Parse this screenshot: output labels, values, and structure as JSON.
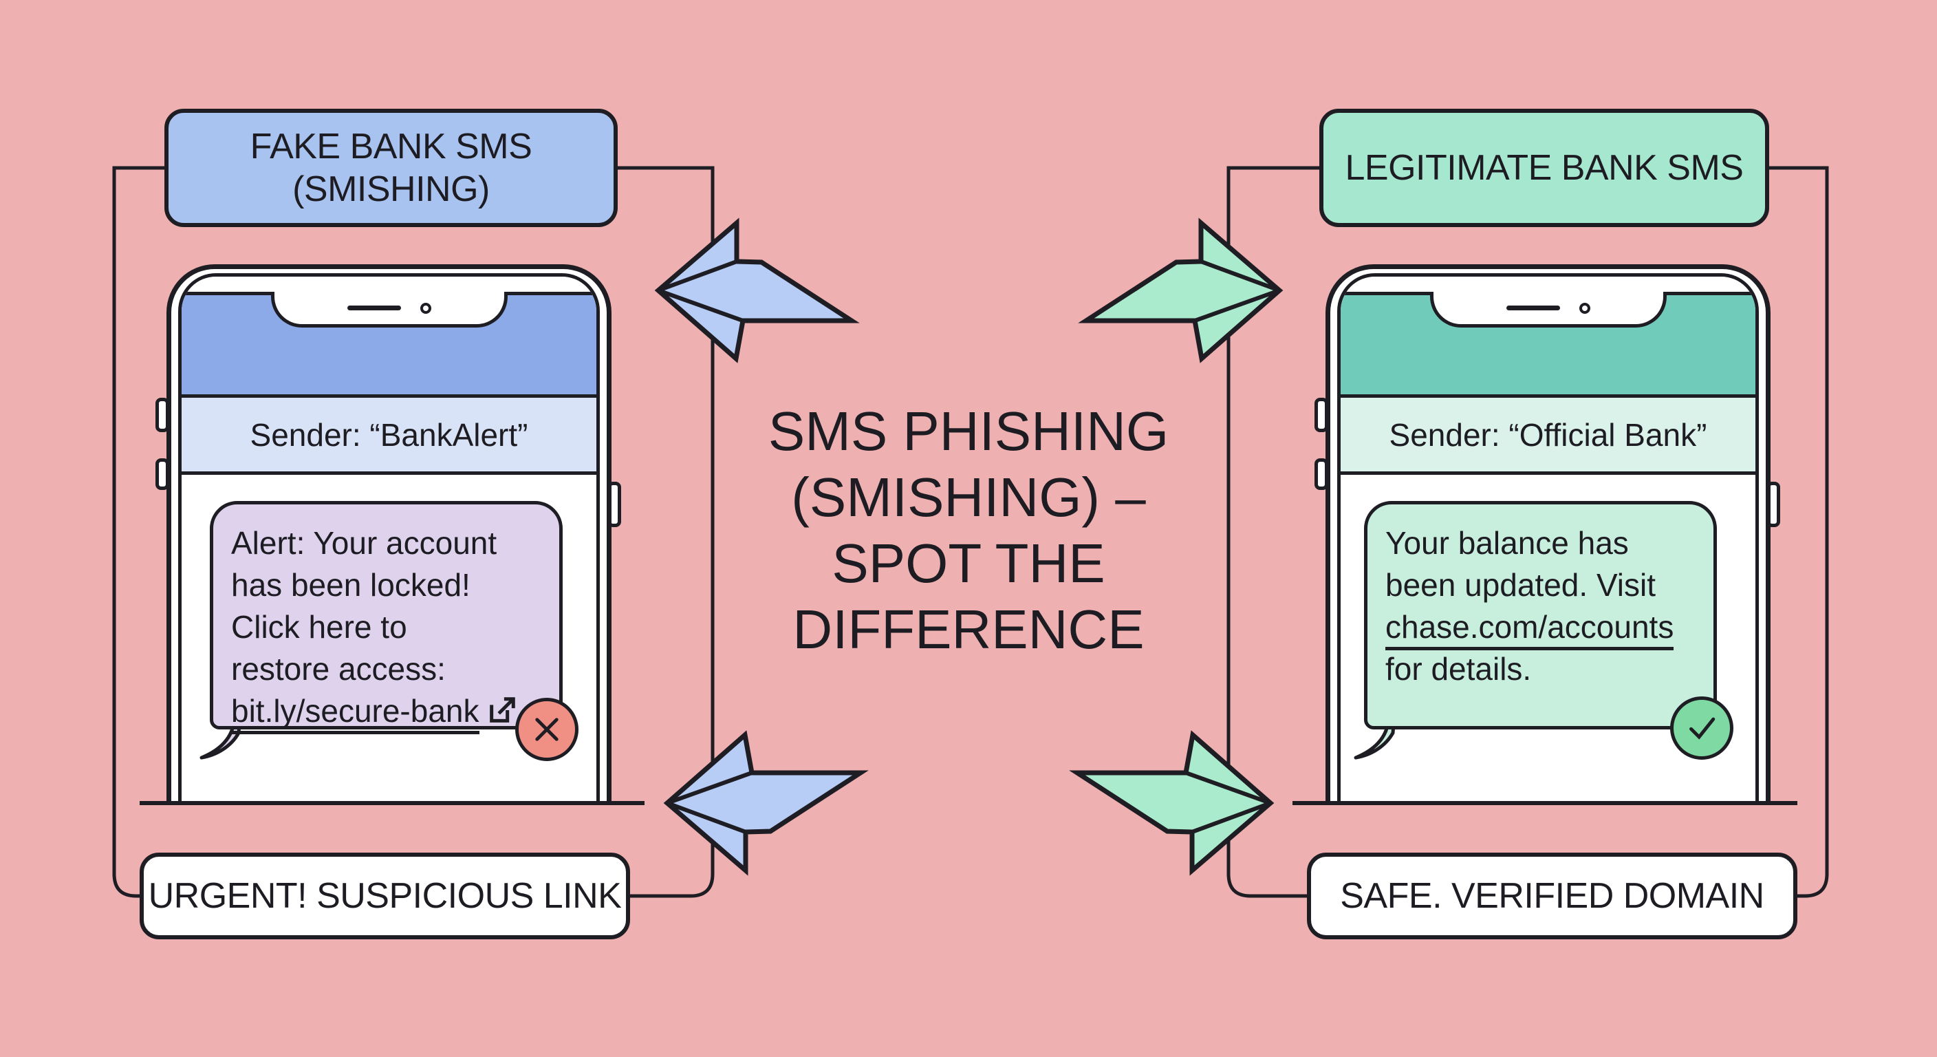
{
  "colors": {
    "background": "#eeb0b0",
    "outline": "#1e1d23",
    "text": "#1d1c22",
    "panel": "#ffffff",
    "fake_accent": "#a9c3f0",
    "fake_arrow": "#b7cdf5",
    "fake_header": "#8ca9e8",
    "fake_sender_bar": "#d9e3f7",
    "fake_bubble": "#ded2ec",
    "fake_badge": "#f09084",
    "legit_accent": "#a6e8cf",
    "legit_arrow": "#abebcd",
    "legit_header": "#70cbbb",
    "legit_sender_bar": "#daf2ea",
    "legit_bubble": "#c8efdd",
    "legit_badge": "#7fd9a2"
  },
  "center_title": {
    "lines": [
      "SMS PHISHING",
      "(SMISHING) –",
      "SPOT THE",
      "DIFFERENCE"
    ]
  },
  "fake": {
    "label_lines": [
      "FAKE BANK SMS",
      "(SMISHING)"
    ],
    "sender": "Sender: “BankAlert”",
    "message_lines": [
      "Alert: Your account",
      "has been locked!",
      "Click here to",
      "restore access:"
    ],
    "link": "bit.ly/secure-bank",
    "verdict": "URGENT! SUSPICIOUS LINK"
  },
  "legit": {
    "label": "LEGITIMATE BANK SMS",
    "sender": "Sender: “Official Bank”",
    "message_lines": [
      "Your balance has",
      "been updated. Visit"
    ],
    "link": "chase.com/accounts",
    "message_after": "for details.",
    "verdict": "SAFE. VERIFIED DOMAIN"
  }
}
